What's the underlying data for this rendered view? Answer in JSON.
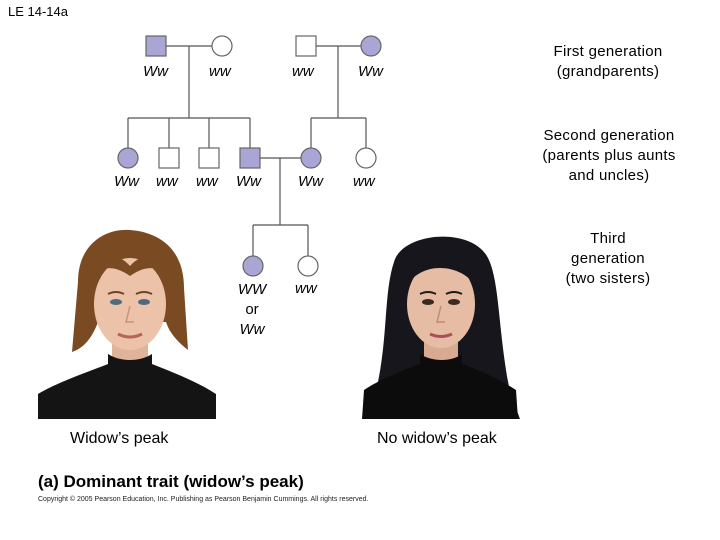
{
  "figure_label": "LE 14-14a",
  "generations": {
    "first": [
      "First generation",
      "(grandparents)"
    ],
    "second": [
      "Second generation",
      "(parents plus aunts",
      "and uncles)"
    ],
    "third": [
      "Third",
      "generation",
      "(two sisters)"
    ]
  },
  "genotypes": {
    "g1": [
      "Ww",
      "ww",
      "ww",
      "Ww"
    ],
    "g2": [
      "Ww",
      "ww",
      "ww",
      "Ww",
      "Ww",
      "ww"
    ],
    "g3_left": [
      "WW",
      "or",
      "Ww"
    ],
    "g3_right": "ww"
  },
  "photos": {
    "left_caption": "Widow’s peak",
    "right_caption": "No widow’s peak"
  },
  "title": "(a) Dominant trait (widow’s peak)",
  "copyright": "Copyright © 2005 Pearson Education, Inc. Publishing as Pearson Benjamin Cummings. All rights reserved.",
  "colors": {
    "affected": "#a9a6d6",
    "line": "#555555"
  }
}
